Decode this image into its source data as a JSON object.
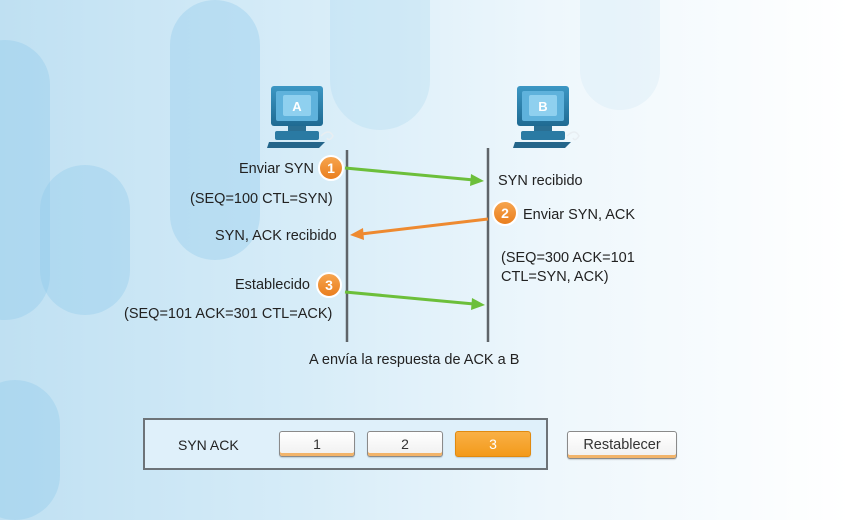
{
  "hosts": {
    "a": "A",
    "b": "B"
  },
  "labels": {
    "a_send_syn": "Enviar SYN",
    "a_seq_syn": "(SEQ=100 CTL=SYN)",
    "b_syn_received": "SYN recibido",
    "b_send_synack": "Enviar SYN, ACK",
    "a_synack_received": "SYN, ACK recibido",
    "b_seq_line1": "(SEQ=300 ACK=101",
    "b_seq_line2": "CTL=SYN, ACK)",
    "a_established": "Establecido",
    "a_seq_ack": "(SEQ=101 ACK=301 CTL=ACK)",
    "caption": "A envía la respuesta de ACK a B"
  },
  "badges": [
    "1",
    "2",
    "3"
  ],
  "colors": {
    "arrow_green": "#6cbf3a",
    "arrow_orange": "#ee8a30",
    "badge_orange": "#f0892a",
    "timeline": "#5f6469",
    "computer": "#2f7fa8"
  },
  "controls": {
    "panel_label": "SYN ACK",
    "steps": [
      "1",
      "2",
      "3"
    ],
    "active_step": "3",
    "reset_label": "Restablecer"
  }
}
